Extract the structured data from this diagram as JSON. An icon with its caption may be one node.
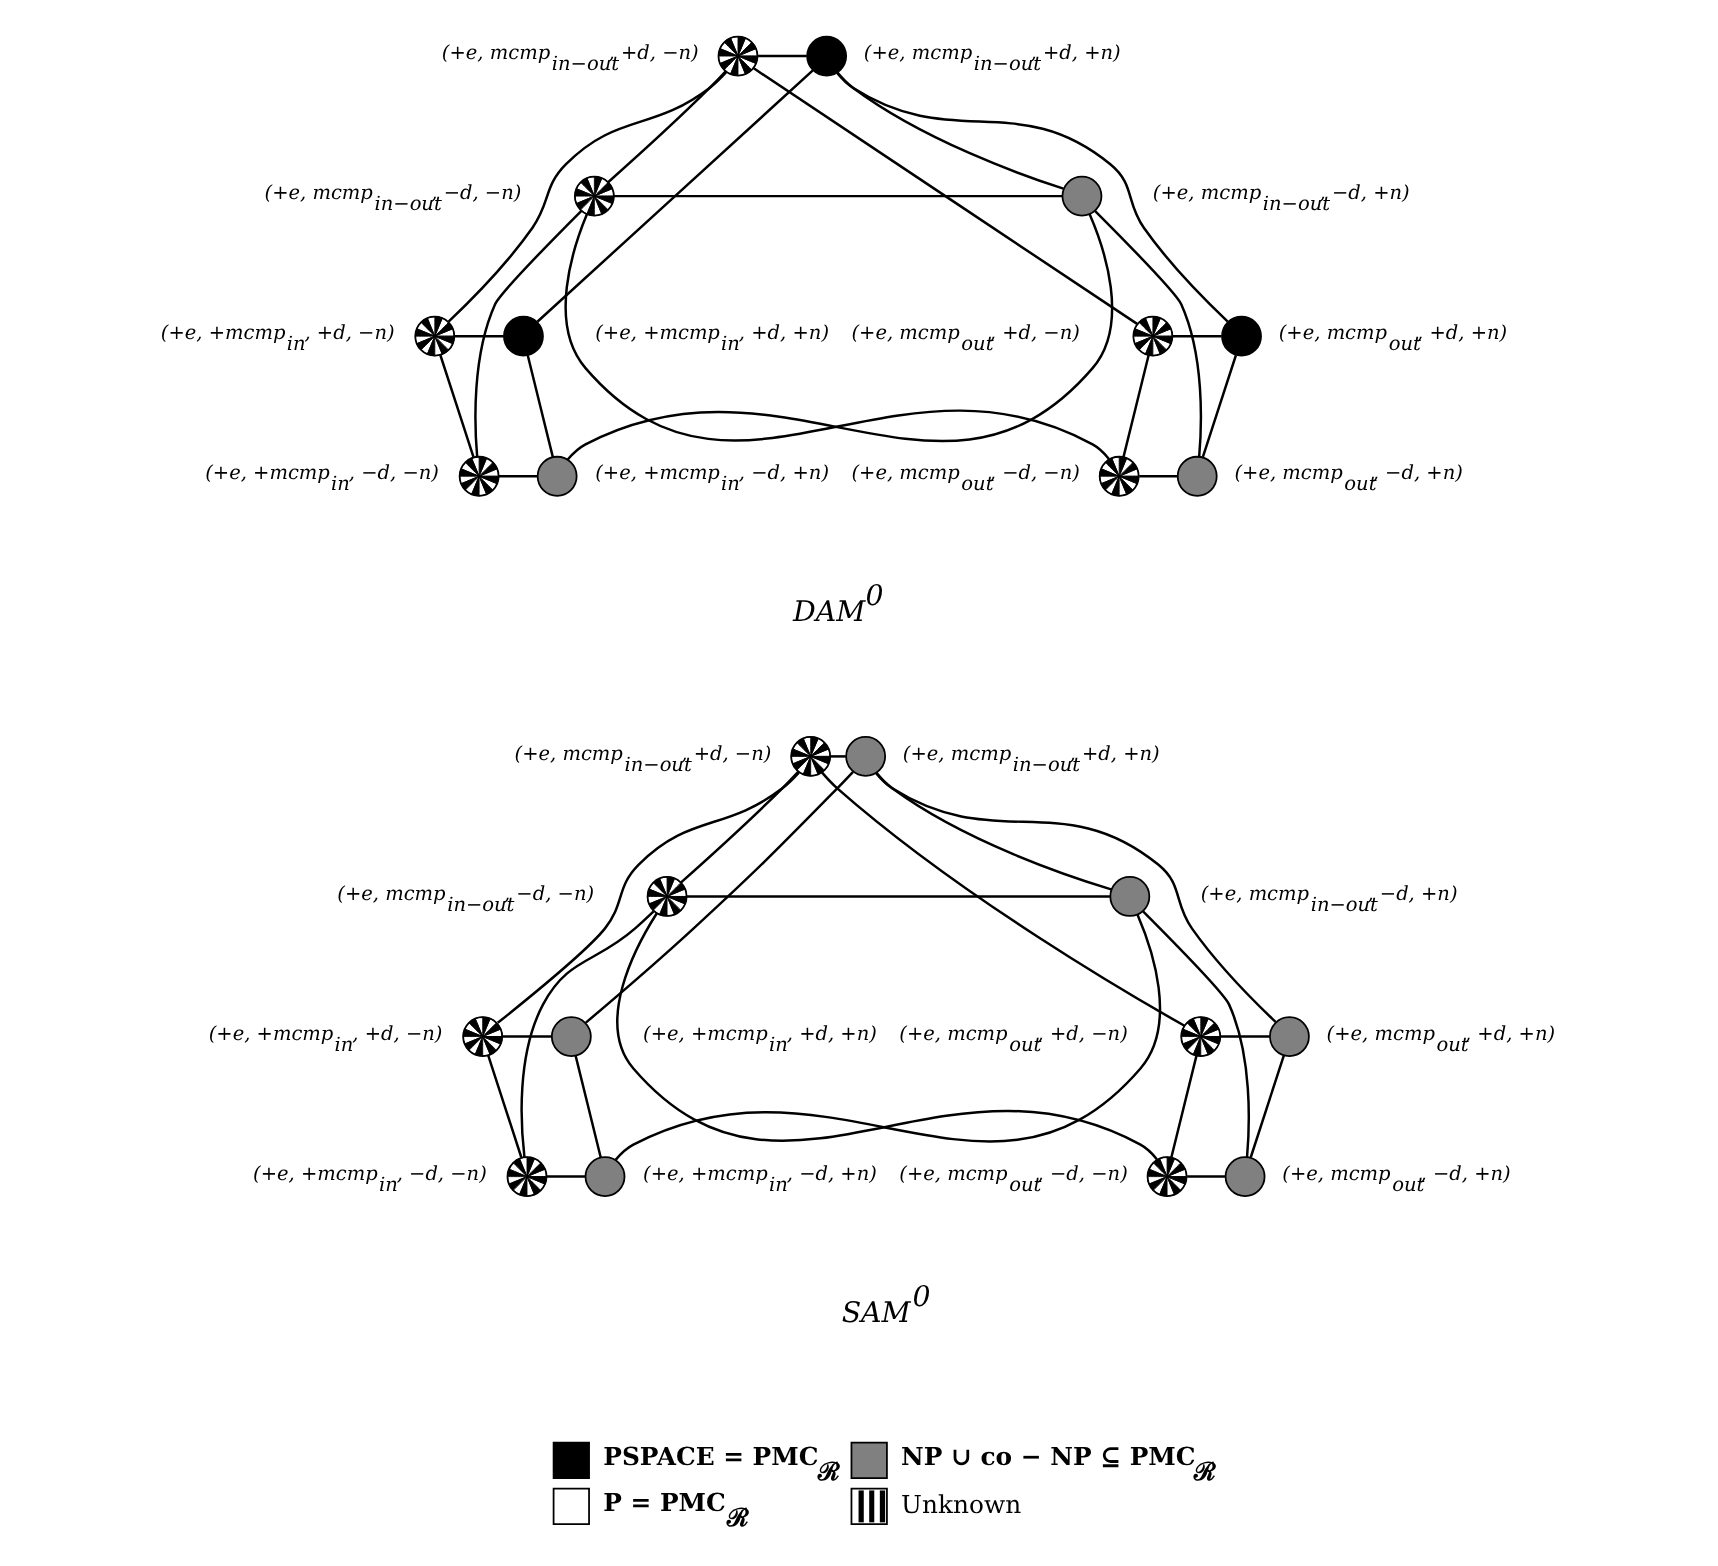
{
  "diagram": {
    "nodes": [
      {
        "text": [],
        "shape": "circle",
        "beside": [
          "(+e, mcmp$_{in−out}$, +d, −n)"
        ]
      },
      {
        "text": [],
        "shape": "circle",
        "beside": [
          "(+e, mcmp$_{in−out}$, +d, +n)"
        ]
      },
      {
        "text": [],
        "shape": "circle",
        "beside": [
          "(+e, mcmp$_{in−out}$, −d, −n)"
        ]
      },
      {
        "text": [],
        "shape": "circle",
        "beside": [
          "(+e, mcmp$_{in−out}$, −d, +n)"
        ]
      },
      {
        "text": [],
        "shape": "circle",
        "beside": [
          "(+e, +mcmp$_{in}$, +d, −n)"
        ]
      },
      {
        "text": [],
        "shape": "circle",
        "beside": [
          "(+e, +mcmp$_{in}$, +d, +n)"
        ]
      },
      {
        "text": [],
        "shape": "circle",
        "beside": [
          "(+e, mcmp$_{out}$, +d, −n)"
        ]
      },
      {
        "text": [],
        "shape": "circle",
        "beside": [
          "(+e, mcmp$_{out}$, +d, +n)"
        ]
      },
      {
        "text": [],
        "shape": "circle",
        "beside": [
          "(+e, +mcmp$_{in}$, −d, −n)"
        ]
      },
      {
        "text": [],
        "shape": "circle",
        "beside": [
          "(+e, +mcmp$_{in}$, −d, +n)"
        ]
      },
      {
        "text": [],
        "shape": "circle",
        "beside": [
          "(+e, mcmp$_{out}$, −d, −n)"
        ]
      },
      {
        "text": [],
        "shape": "circle",
        "beside": [
          "(+e, mcmp$_{out}$, −d, +n)"
        ]
      },
      {
        "text": [],
        "shape": "circle",
        "beside": [
          "(+e, mcmp$_{in−out}$, +d, −n)"
        ]
      },
      {
        "text": [],
        "shape": "circle",
        "beside": [
          "(+e, mcmp$_{in−out}$, +d, +n)"
        ]
      },
      {
        "text": [],
        "shape": "circle",
        "beside": [
          "(+e, mcmp$_{in−out}$, −d, −n)"
        ]
      },
      {
        "text": [],
        "shape": "circle",
        "beside": [
          "(+e, mcmp$_{in−out}$, −d, +n)"
        ]
      },
      {
        "text": [],
        "shape": "circle",
        "beside": [
          "(+e, +mcmp$_{in}$, +d, −n)"
        ]
      },
      {
        "text": [],
        "shape": "circle",
        "beside": [
          "(+e, +mcmp$_{in}$, +d, +n)"
        ]
      },
      {
        "text": [],
        "shape": "circle",
        "beside": [
          "(+e, mcmp$_{out}$, +d, −n)"
        ]
      },
      {
        "text": [],
        "shape": "circle",
        "beside": [
          "(+e, mcmp$_{out}$, +d, +n)"
        ]
      },
      {
        "text": [],
        "shape": "circle",
        "beside": [
          "(+e, +mcmp$_{in}$, −d, −n)"
        ]
      },
      {
        "text": [],
        "shape": "circle",
        "beside": [
          "(+e, +mcmp$_{in}$, −d, +n)"
        ]
      },
      {
        "text": [],
        "shape": "circle",
        "beside": [
          "(+e, mcmp$_{out}$, −d, −n)"
        ]
      },
      {
        "text": [],
        "shape": "circle",
        "beside": [
          "(+e, mcmp$_{out}$, −d, +n)"
        ]
      }
    ],
    "edges": [
      {
        "from": 0,
        "to": 1,
        "arrow": "none"
      },
      {
        "from": 0,
        "to": 2,
        "arrow": "none"
      },
      {
        "from": 0,
        "to": 4,
        "arrow": "none"
      },
      {
        "from": 0,
        "to": 6,
        "arrow": "none"
      },
      {
        "from": 1,
        "to": 3,
        "arrow": "none"
      },
      {
        "from": 1,
        "to": 5,
        "arrow": "none"
      },
      {
        "from": 1,
        "to": 7,
        "arrow": "none"
      },
      {
        "from": 2,
        "to": 3,
        "arrow": "none"
      },
      {
        "from": 2,
        "to": 8,
        "arrow": "none"
      },
      {
        "from": 2,
        "to": 10,
        "arrow": "none"
      },
      {
        "from": 3,
        "to": 9,
        "arrow": "none"
      },
      {
        "from": 3,
        "to": 11,
        "arrow": "none"
      },
      {
        "from": 4,
        "to": 5,
        "arrow": "none"
      },
      {
        "from": 4,
        "to": 8,
        "arrow": "none"
      },
      {
        "from": 5,
        "to": 9,
        "arrow": "none"
      },
      {
        "from": 6,
        "to": 7,
        "arrow": "none"
      },
      {
        "from": 6,
        "to": 10,
        "arrow": "none"
      },
      {
        "from": 7,
        "to": 11,
        "arrow": "none"
      },
      {
        "from": 8,
        "to": 9,
        "arrow": "none"
      },
      {
        "from": 10,
        "to": 11,
        "arrow": "none"
      },
      {
        "from": 12,
        "to": 13,
        "arrow": "none"
      },
      {
        "from": 12,
        "to": 14,
        "arrow": "none"
      },
      {
        "from": 12,
        "to": 16,
        "arrow": "none"
      },
      {
        "from": 12,
        "to": 18,
        "arrow": "none"
      },
      {
        "from": 13,
        "to": 15,
        "arrow": "none"
      },
      {
        "from": 13,
        "to": 17,
        "arrow": "none"
      },
      {
        "from": 13,
        "to": 19,
        "arrow": "none"
      },
      {
        "from": 14,
        "to": 15,
        "arrow": "none"
      },
      {
        "from": 14,
        "to": 20,
        "arrow": "none"
      },
      {
        "from": 14,
        "to": 22,
        "arrow": "none"
      },
      {
        "from": 15,
        "to": 21,
        "arrow": "none"
      },
      {
        "from": 15,
        "to": 23,
        "arrow": "none"
      },
      {
        "from": 16,
        "to": 17,
        "arrow": "none"
      },
      {
        "from": 16,
        "to": 20,
        "arrow": "none"
      },
      {
        "from": 17,
        "to": 21,
        "arrow": "none"
      },
      {
        "from": 18,
        "to": 19,
        "arrow": "none"
      },
      {
        "from": 18,
        "to": 22,
        "arrow": "none"
      },
      {
        "from": 19,
        "to": 23,
        "arrow": "none"
      },
      {
        "from": 20,
        "to": 21,
        "arrow": "none"
      },
      {
        "from": 22,
        "to": 23,
        "arrow": "none"
      }
    ],
    "labels": [
      "DAM$^{0}$",
      "SAM$^{0}$"
    ],
    "legend": [
      {
        "text": "PSPACE = PMC$_{ℛ}$",
        "color": "#000000"
      },
      {
        "text": "NP ∪ co − NP ⊆ PMC$_{ℛ}$",
        "color": "#808080"
      },
      {
        "text": "P = PMC$_{ℛ}$",
        "color": "#ffffff"
      },
      {
        "text": "Unknown"
      }
    ]
  }
}
